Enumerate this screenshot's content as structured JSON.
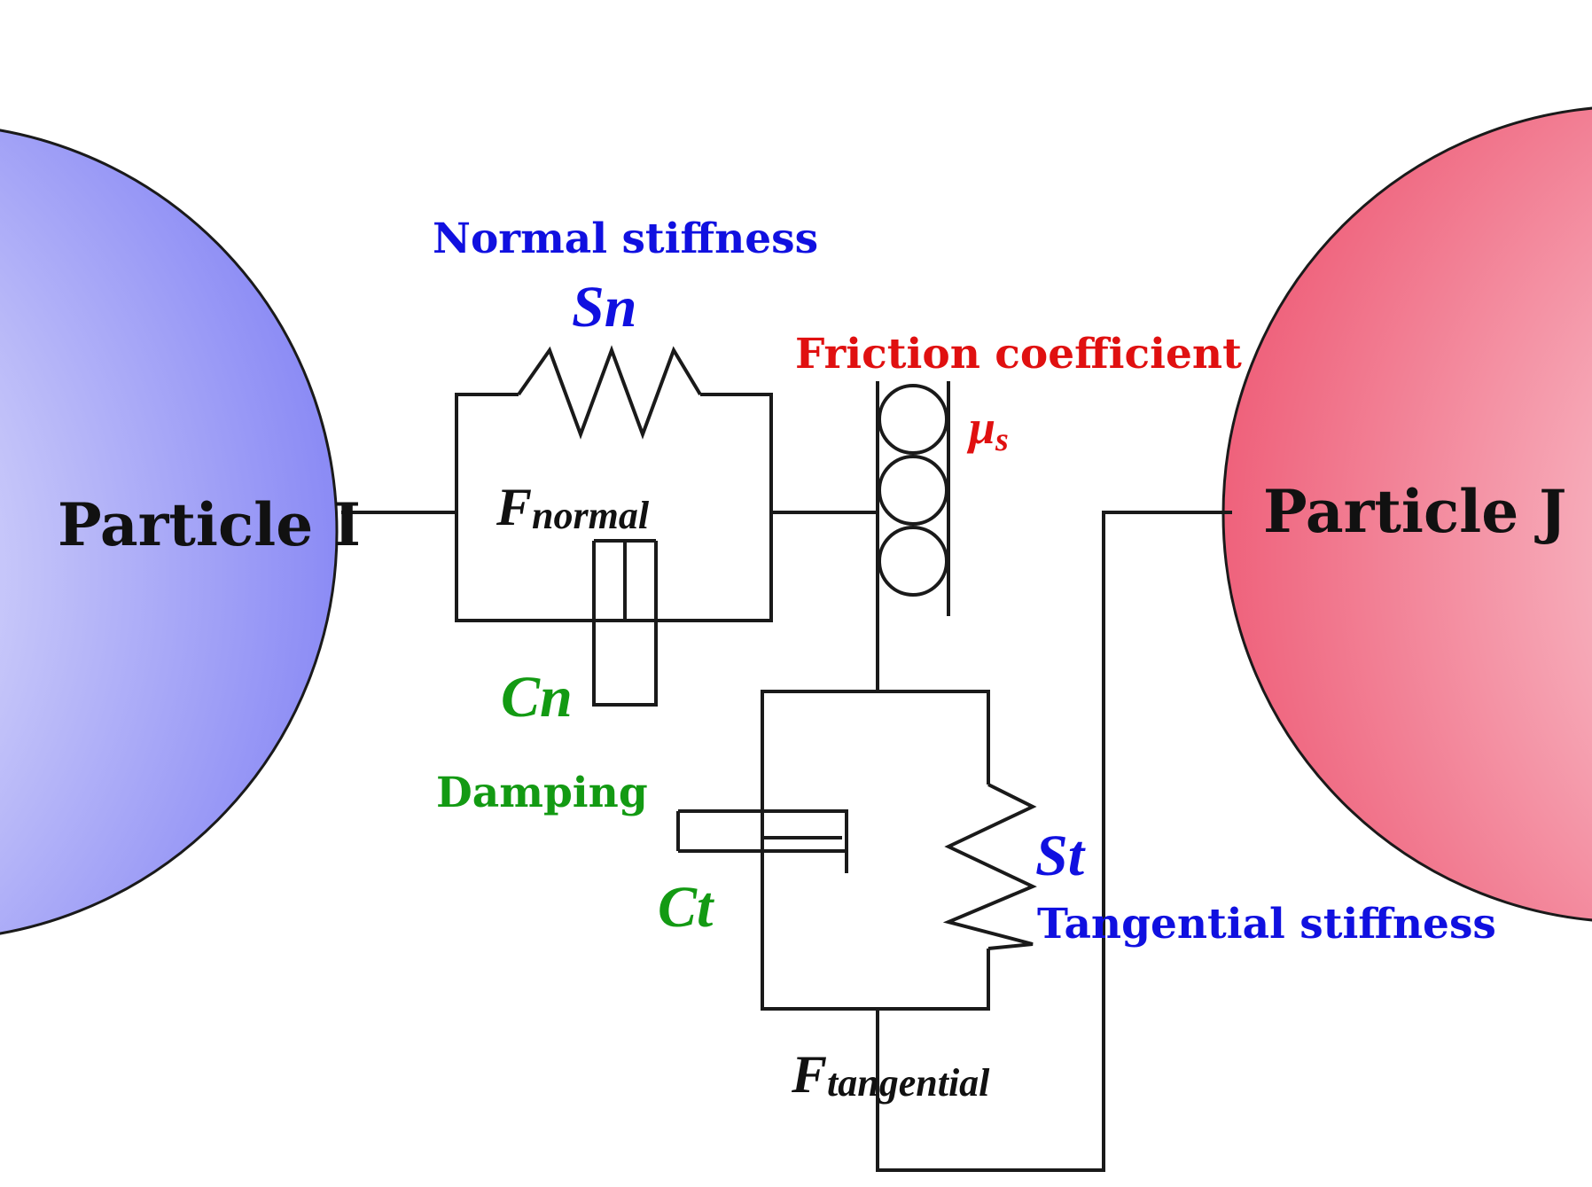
{
  "particles": {
    "left_label": "Particle I",
    "right_label": "Particle J"
  },
  "normal": {
    "stiffness_title": "Normal stiffness",
    "stiffness_symbol": "Sn",
    "force_main": "F",
    "force_sub": "normal",
    "damping_symbol": "Cn"
  },
  "friction": {
    "title": "Friction coefficient",
    "symbol_main": "μ",
    "symbol_sub": "s"
  },
  "damping": {
    "title": "Damping"
  },
  "tangential": {
    "damping_symbol": "Ct",
    "stiffness_symbol": "St",
    "stiffness_title": "Tangential stiffness",
    "force_main": "F",
    "force_sub": "tangential"
  },
  "colors": {
    "blue": "#1010e0",
    "red": "#e01010",
    "green": "#139a13",
    "black": "#111111",
    "particle_i": "#8c8cf7",
    "particle_j": "#f26a82"
  }
}
